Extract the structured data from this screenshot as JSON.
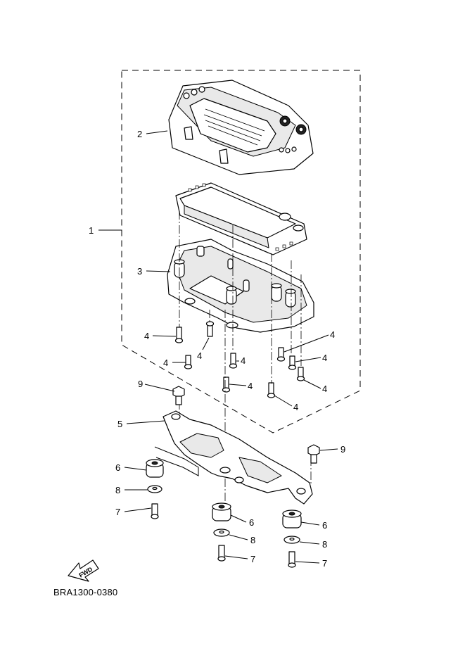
{
  "diagram_code": "BRA1300-0380",
  "fwd_label": "FWD",
  "callouts": {
    "c1": "1",
    "c2": "2",
    "c3": "3",
    "c4a": "4",
    "c4b": "4",
    "c4c": "4",
    "c4d": "4",
    "c4e": "4",
    "c4f": "4",
    "c4g": "4",
    "c4h": "4",
    "c4i": "4",
    "c5": "5",
    "c6a": "6",
    "c6b": "6",
    "c6c": "6",
    "c7a": "7",
    "c7b": "7",
    "c7c": "7",
    "c8a": "8",
    "c8b": "8",
    "c8c": "8",
    "c9a": "9",
    "c9b": "9"
  }
}
